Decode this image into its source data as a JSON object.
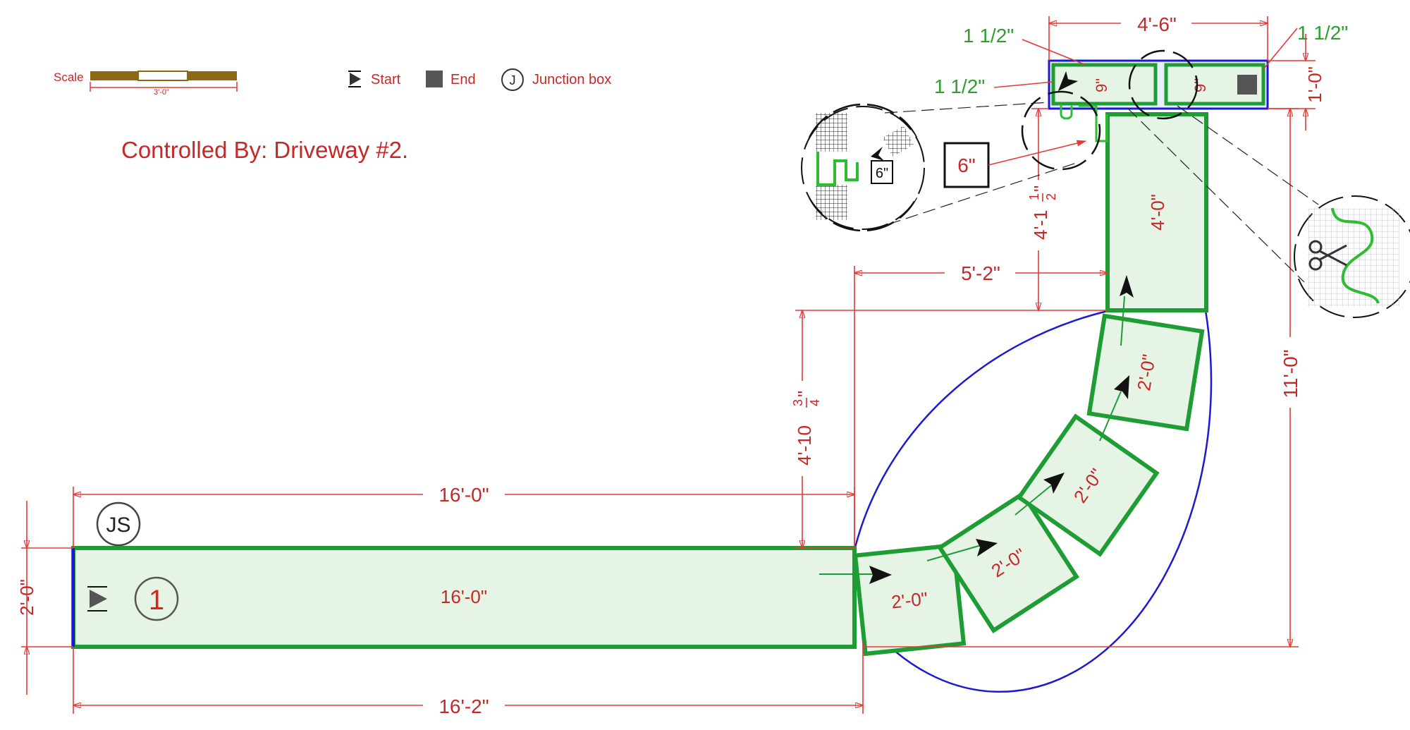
{
  "legend": {
    "scale_label": "Scale",
    "scale_length": "3'-0\"",
    "start_label": "Start",
    "end_label": "End",
    "junction_label": "Junction box",
    "junction_symbol": "J"
  },
  "controlled_by": "Controlled By: Driveway #2.",
  "markers": {
    "js": "JS",
    "circuit_number": "1"
  },
  "panels": {
    "long": "16'-0\"",
    "curve": [
      "2'-0\"",
      "2'-0\"",
      "2'-0\"",
      "2'-0\""
    ],
    "vertical": "4'-0\"",
    "top_left": "9\"",
    "top_right": "9\""
  },
  "dimensions": {
    "top_width": "4'-6\"",
    "top_height": "1'-0\"",
    "right_height": "11'-0\"",
    "mid_width": "5'-2\"",
    "long_top": "16'-0\"",
    "bottom_total": "16'-2\"",
    "left_height": "2'-0\"",
    "rise_main": "4'-10",
    "rise_main_num": "3",
    "rise_main_den": "4",
    "rise_main_unit": "\"",
    "rise_upper": "4'-1",
    "rise_upper_num": "1",
    "rise_upper_den": "2",
    "rise_upper_unit": "\"",
    "gap_a": "1 1/2\"",
    "gap_b": "1 1/2\"",
    "gap_c": "1 1/2\"",
    "detail_size": "6\"",
    "detail_inner": "6\""
  },
  "colors": {
    "dimension_red": "#e53935",
    "panel_green": "#1f9d35",
    "panel_fill": "#e6f4e6",
    "outline_blue": "#1a1ad6"
  }
}
